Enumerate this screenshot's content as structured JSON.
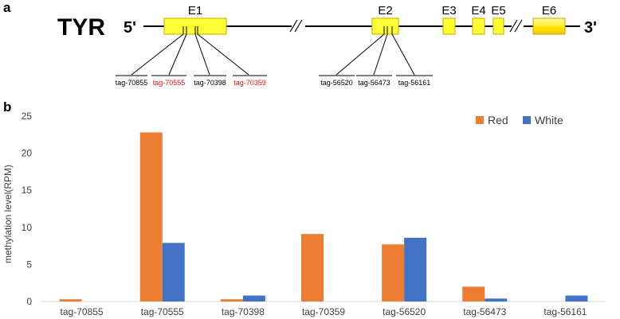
{
  "panel_a": {
    "label": "a",
    "gene": "TYR",
    "five_prime": "5'",
    "three_prime": "3'",
    "exons": [
      {
        "label": "E1",
        "style": "box"
      },
      {
        "label": "E2",
        "style": "box"
      },
      {
        "label": "E3",
        "style": "box"
      },
      {
        "label": "E4",
        "style": "box"
      },
      {
        "label": "E5",
        "style": "box"
      },
      {
        "label": "E6",
        "style": "glossy"
      }
    ],
    "tags": [
      {
        "label": "tag-70855",
        "color": "#000000",
        "exon": "E1"
      },
      {
        "label": "tag-70555",
        "color": "#e0141e",
        "exon": "E1"
      },
      {
        "label": "tag-70398",
        "color": "#000000",
        "exon": "E1"
      },
      {
        "label": "tag-70359",
        "color": "#e0141e",
        "exon": "E1"
      },
      {
        "label": "tag-56520",
        "color": "#000000",
        "exon": "E2"
      },
      {
        "label": "tag-56473",
        "color": "#000000",
        "exon": "E2"
      },
      {
        "label": "tag-56161",
        "color": "#000000",
        "exon": "E2"
      }
    ],
    "colors": {
      "exon_fill": "#ffff33",
      "exon_stroke": "#c8a800"
    }
  },
  "panel_b": {
    "label": "b"
  },
  "chart_data": {
    "type": "bar",
    "title": "",
    "xlabel": "",
    "ylabel": "methylation level(RPM)",
    "ylim": [
      0,
      25
    ],
    "yticks": [
      0,
      5,
      10,
      15,
      20,
      25
    ],
    "grid": false,
    "legend": "top-right",
    "categories": [
      "tag-70855",
      "tag-70555",
      "tag-70398",
      "tag-70359",
      "tag-56520",
      "tag-56473",
      "tag-56161"
    ],
    "series": [
      {
        "name": "Red",
        "color": "#ed7d31",
        "values": [
          0.3,
          22.8,
          0.3,
          9.1,
          7.7,
          2.0,
          0
        ]
      },
      {
        "name": "White",
        "color": "#4472c4",
        "values": [
          0,
          7.9,
          0.8,
          0,
          8.6,
          0.4,
          0.8
        ]
      }
    ]
  }
}
